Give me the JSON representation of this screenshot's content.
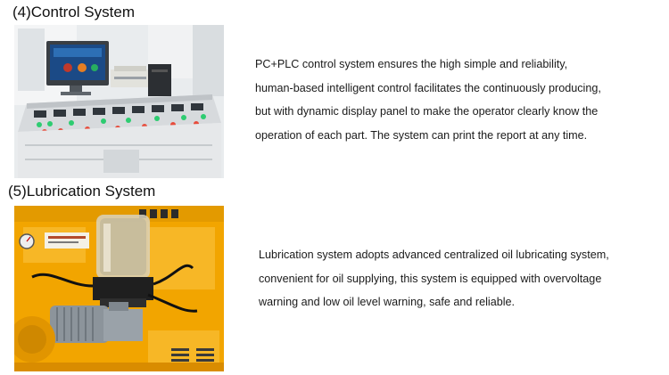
{
  "sections": [
    {
      "heading": "(4)Control System",
      "lines": [
        "PC+PLC control system ensures the high simple and reliability,",
        "human-based intelligent control facilitates the continuously producing,",
        "but with dynamic display panel to make the operator clearly know the",
        "operation of each part. The system can print the report at any time."
      ],
      "photo": "control-console-photo"
    },
    {
      "heading": "(5)Lubrication System",
      "lines": [
        "Lubrication system adopts advanced centralized oil lubricating system,",
        "convenient for oil supplying, this system is equipped with overvoltage",
        "warning and low oil level warning, safe and reliable."
      ],
      "photo": "lubrication-pump-photo"
    }
  ],
  "colors": {
    "machine_yellow": "#f2a500",
    "console_gray": "#cfd3d6",
    "text": "#1a1a1a"
  }
}
